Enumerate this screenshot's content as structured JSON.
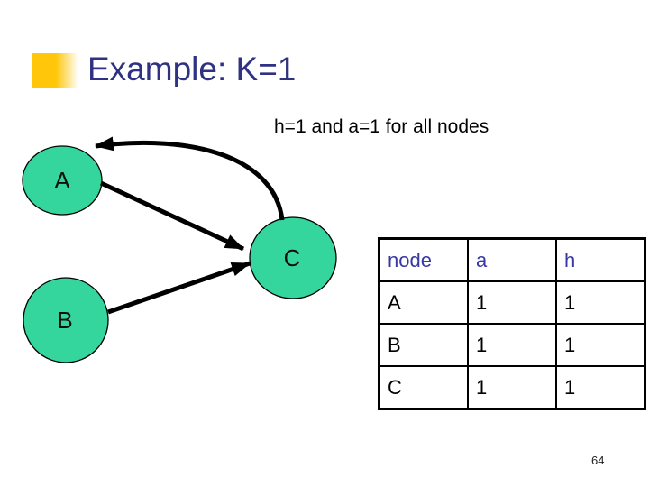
{
  "slide": {
    "title": "Example: K=1",
    "subtitle": "h=1 and a=1 for all nodes",
    "page_number": "64"
  },
  "diagram": {
    "nodes": [
      {
        "id": "A",
        "label": "A"
      },
      {
        "id": "B",
        "label": "B"
      },
      {
        "id": "C",
        "label": "C"
      }
    ],
    "edges": [
      {
        "from": "A",
        "to": "C",
        "style": "straight"
      },
      {
        "from": "B",
        "to": "C",
        "style": "straight"
      },
      {
        "from": "C",
        "to": "A",
        "style": "curved"
      }
    ]
  },
  "table": {
    "headers": [
      "node",
      "a",
      "h"
    ],
    "rows": [
      [
        "A",
        "1",
        "1"
      ],
      [
        "B",
        "1",
        "1"
      ],
      [
        "C",
        "1",
        "1"
      ]
    ]
  },
  "colors": {
    "title_text": "#2F3182",
    "table_header_text": "#3838A4",
    "bullet_gold": "#FFC60A",
    "node_fill": "#34D69E",
    "arrow": "#000000"
  }
}
